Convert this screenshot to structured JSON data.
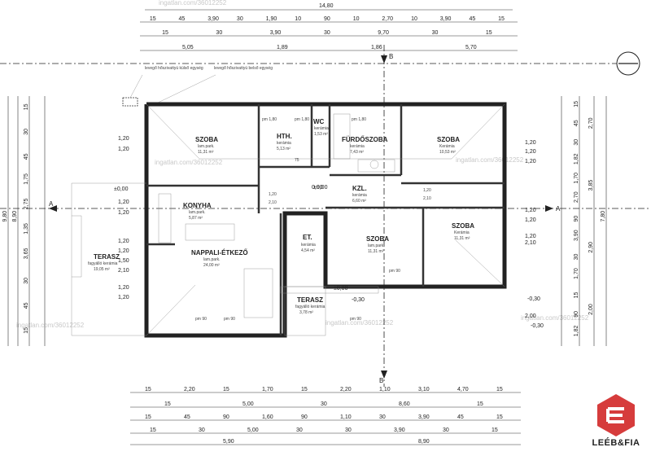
{
  "plan": {
    "top_dims": {
      "row1_total": "14,80",
      "row2": [
        "15",
        "45",
        "3,90",
        "30",
        "1,90",
        "10",
        "90",
        "10",
        "2,70",
        "10",
        "3,90",
        "45",
        "15"
      ],
      "row3": [
        "15",
        "30",
        "3,90",
        "30",
        "9,70",
        "30",
        "15"
      ],
      "row4": [
        "5,05",
        "1,89",
        "1,86",
        "5,70"
      ]
    },
    "bottom_dims": {
      "row1": [
        "15",
        "2,20",
        "15",
        "1,70",
        "15",
        "2,20",
        "1,10",
        "3,10",
        "4,70",
        "15"
      ],
      "row2": [
        "15",
        "5,00",
        "30",
        "8,60",
        "15"
      ],
      "row3": [
        "15",
        "45",
        "90",
        "1,60",
        "90",
        "1,10",
        "30",
        "3,90",
        "45",
        "15"
      ],
      "row4": [
        "15",
        "30",
        "5,00",
        "30",
        "30",
        "3,90",
        "30",
        "15"
      ],
      "row5": [
        "5,90",
        "8,90"
      ]
    },
    "left_dims": {
      "outer": [
        "9,80"
      ],
      "mid": [
        "8,90"
      ],
      "inner": [
        "15",
        "30",
        "45",
        "1,75",
        "2,75",
        "1,35",
        "3,65",
        "30",
        "45",
        "15"
      ],
      "openings": [
        "1,20",
        "1,20",
        "1,20",
        "1,20",
        "1,20",
        "1,20",
        "1,50",
        "2,10",
        "1,20",
        "1,20"
      ]
    },
    "right_dims": {
      "outer": [
        "7,80"
      ],
      "mid": [
        "2,70",
        "3,85",
        "2,90",
        "2,00"
      ],
      "inner": [
        "15",
        "45",
        "30",
        "1,82",
        "1,70",
        "2,70",
        "90",
        "3,90",
        "30",
        "1,70",
        "15",
        "90",
        "1,82"
      ],
      "openings": [
        "1,20",
        "1,20",
        "1,20",
        "1,20",
        "1,20",
        "1,20",
        "2,10",
        "2,00"
      ]
    },
    "notes": [
      "levegő hőszivattyú\nkülső egység",
      "levegő hőszivattyú\nbelső egység"
    ],
    "axes": {
      "a": "A",
      "b": "B"
    },
    "levels": [
      "±0,00",
      "±0,00",
      "±0,00",
      "-0,30",
      "-0,30",
      "-0,30"
    ],
    "rooms": [
      {
        "name": "SZOBA",
        "floor": "lam.park.",
        "area": "11,31 m²"
      },
      {
        "name": "HTH.",
        "floor": "kerámia",
        "area": "5,13 m²"
      },
      {
        "name": "WC",
        "floor": "kerámia",
        "area": "1,53 m²"
      },
      {
        "name": "FÜRDŐSZOBA",
        "floor": "kerámia",
        "area": "7,43 m²"
      },
      {
        "name": "SZOBA",
        "floor": "Kerámia",
        "area": "10,53 m²"
      },
      {
        "name": "KONYHA",
        "floor": "lam.park.",
        "area": "5,87 m²"
      },
      {
        "name": "KZL.",
        "floor": "kerámia",
        "area": "6,60 m²"
      },
      {
        "name": "SZOBA",
        "floor": "Kerámia",
        "area": "11,31 m²"
      },
      {
        "name": "ET.",
        "floor": "kerámia",
        "area": "4,54 m²"
      },
      {
        "name": "SZOBA",
        "floor": "lam.park.",
        "area": "11,31 m²"
      },
      {
        "name": "NAPPALI-ÉTKEZŐ",
        "floor": "lam.park.",
        "area": "24,00 m²"
      },
      {
        "name": "TERASZ",
        "floor": "fagyálló kerámia",
        "area": "19,05 m²"
      },
      {
        "name": "TERASZ",
        "floor": "fagyálló kerámia",
        "area": "3,78 m²"
      }
    ],
    "opening_labels": {
      "pm180a": "pm 1,80",
      "pm180b": "pm 1,80",
      "pm180c": "pm 1,80",
      "pm90": "pm 90",
      "w75": "75",
      "w210": "2,10",
      "w090": "0,90",
      "w120": "1,20"
    },
    "watermark": "ingatlan.com/36012252",
    "watermark_top": "ingatlan.com/36012252"
  },
  "brand": {
    "name": "LEÉB&FIA",
    "color": "#d63c3c"
  }
}
